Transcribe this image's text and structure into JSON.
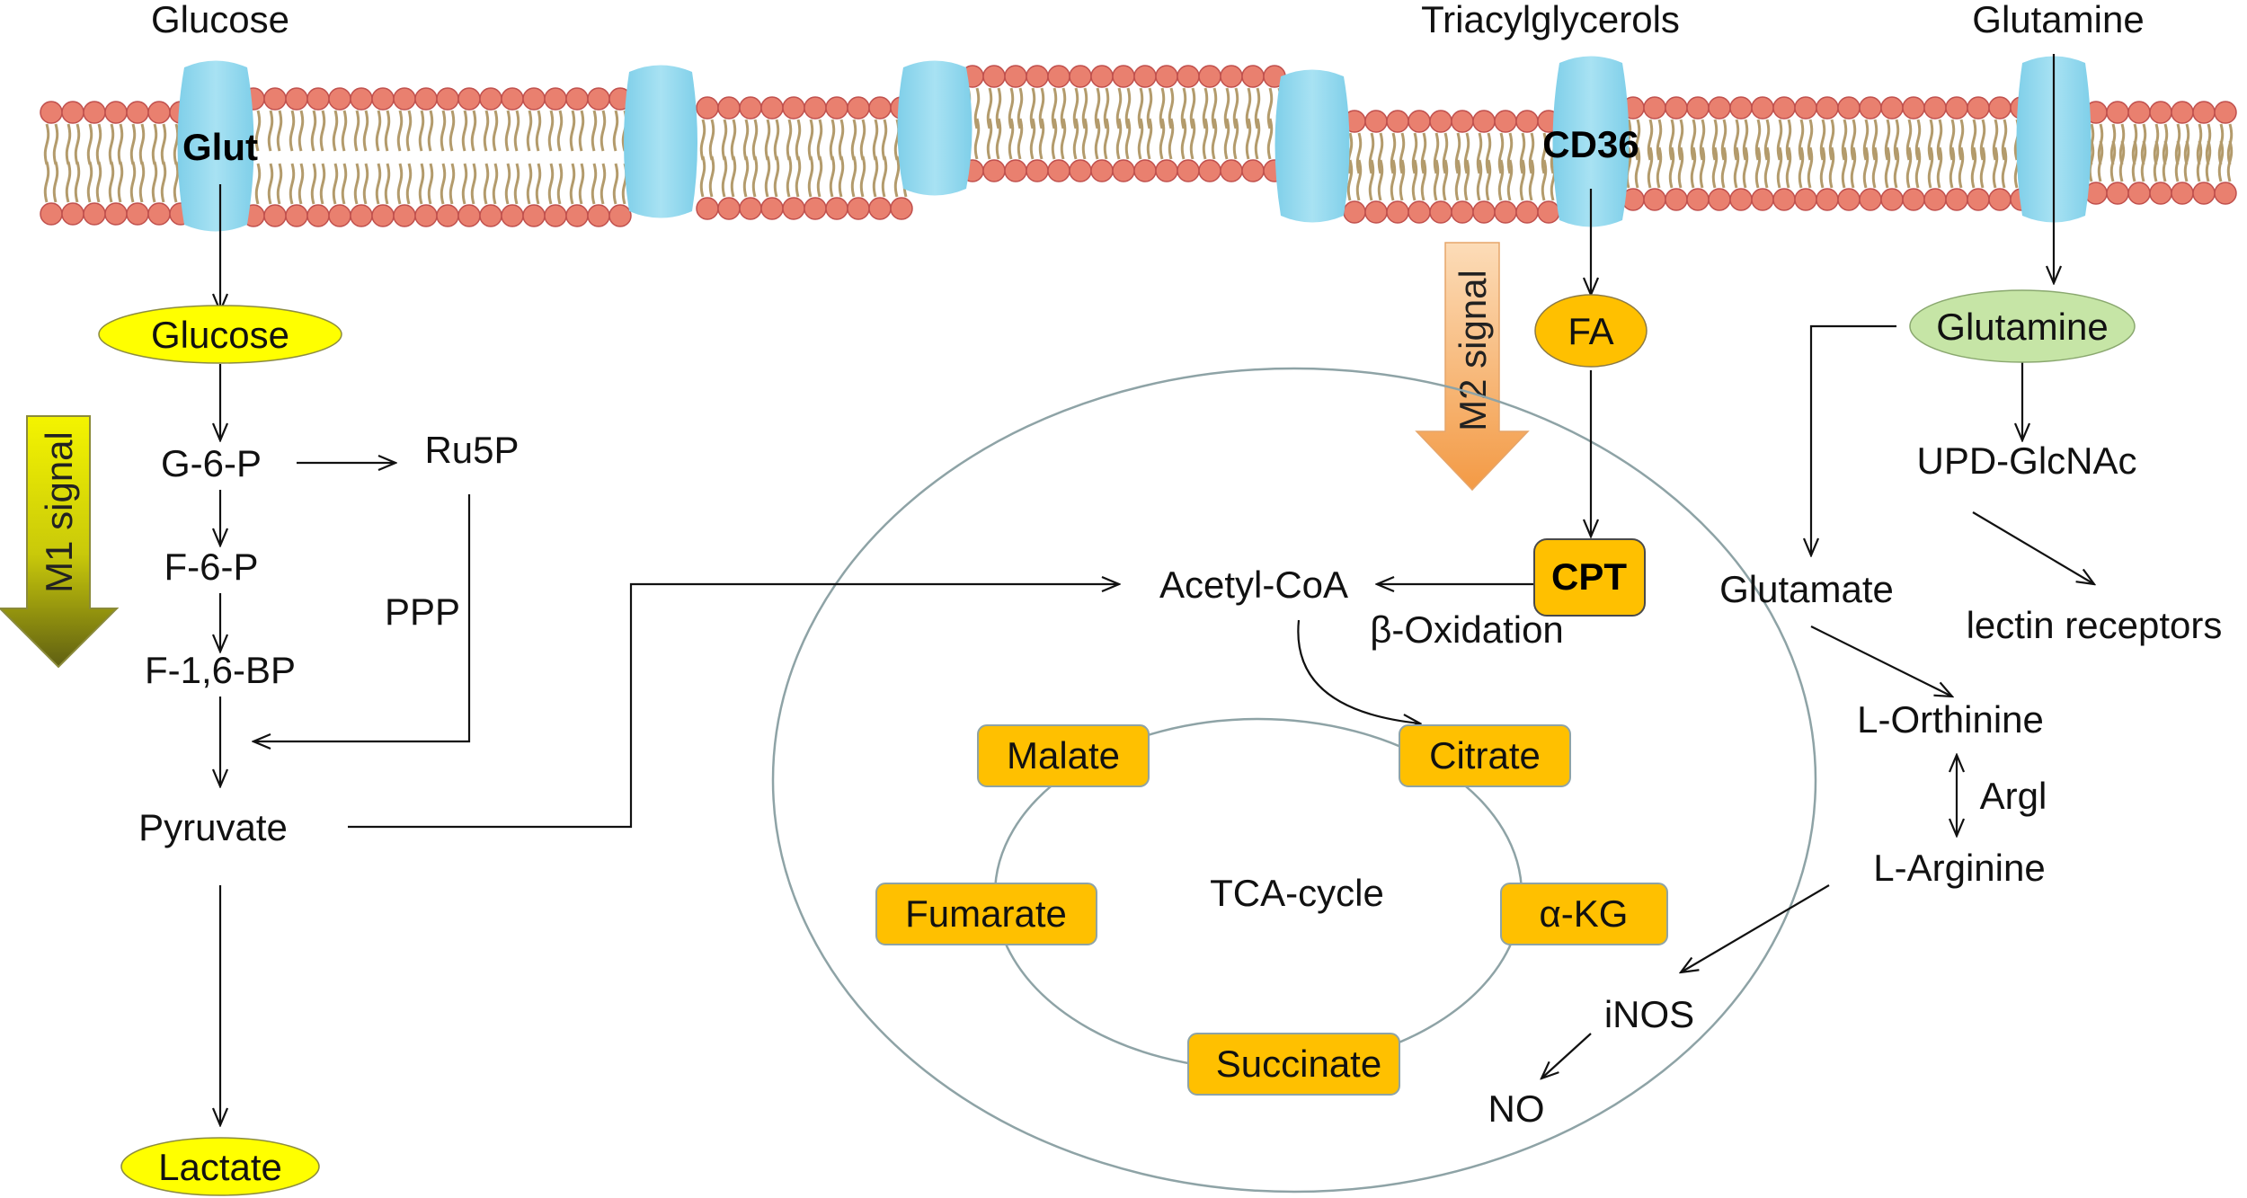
{
  "colors": {
    "membrane_head": "#e9806f",
    "membrane_head_stroke": "#c0504d",
    "membrane_tail": "#b39b6c",
    "channel": "#8fd7ee",
    "yellow_node": "#ffff00",
    "orange_node": "#ffc000",
    "orange_node_stroke": "#8c7a45",
    "green_node": "#c6e5a6",
    "cycle_stroke": "#8ea3a6",
    "arrow": "#111111",
    "m1_grad_top": "#f2f200",
    "m1_grad_bottom": "#6b6b10",
    "m2_grad_top": "#fbd3a8",
    "m2_grad_bottom": "#f39c4a"
  },
  "outside": {
    "glucose": "Glucose",
    "triacylglycerols": "Triacylglycerols",
    "glutamine": "Glutamine"
  },
  "transporters": {
    "glut": "Glut",
    "cd36": "CD36"
  },
  "signals": {
    "m1": "M1 signal",
    "m2": "M2 signal"
  },
  "glycolysis": {
    "glucose": "Glucose",
    "g6p": "G-6-P",
    "ru5p": "Ru5P",
    "f6p": "F-6-P",
    "ppp": "PPP",
    "f16bp": "F-1,6-BP",
    "pyruvate": "Pyruvate",
    "lactate": "Lactate"
  },
  "fatty_acid": {
    "fa": "FA",
    "cpt": "CPT",
    "beta_oxidation": "β-Oxidation",
    "acetyl_coa": "Acetyl-CoA"
  },
  "tca": {
    "center": "TCA-cycle",
    "malate": "Malate",
    "citrate": "Citrate",
    "fumarate": "Fumarate",
    "akg": "α-KG",
    "succinate": "Succinate"
  },
  "glutamine_path": {
    "glutamine": "Glutamine",
    "upd_glcnac": "UPD-GlcNAc",
    "lectin": "lectin receptors",
    "glutamate": "Glutamate",
    "orthinine": "L-Orthinine",
    "argl": "Argl",
    "arginine": "L-Arginine",
    "inos": "iNOS",
    "no": "NO"
  }
}
